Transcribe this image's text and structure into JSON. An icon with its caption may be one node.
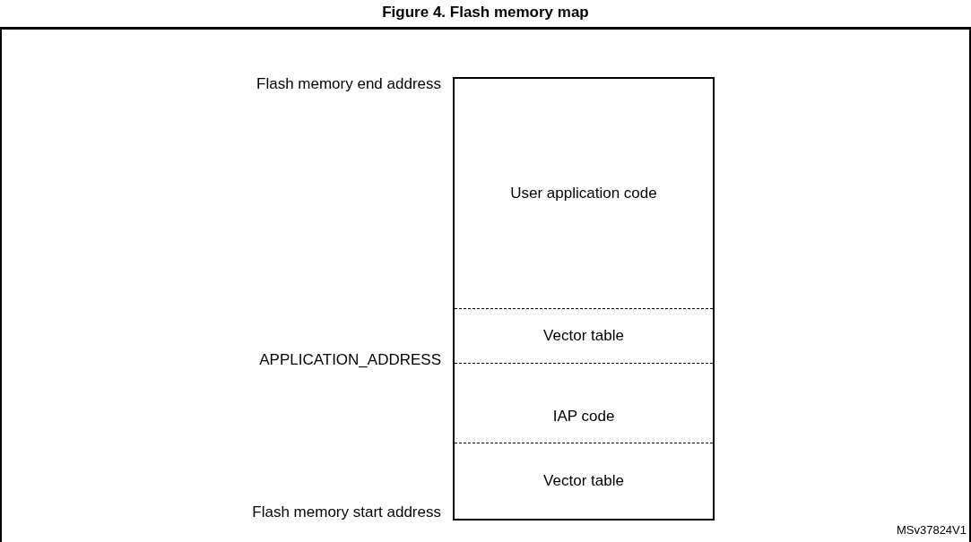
{
  "diagram": {
    "title": "Figure 4. Flash memory map",
    "nodes": [
      {
        "text": [],
        "shape": "box"
      },
      {
        "text": [
          "User application code"
        ],
        "in": 0
      },
      {
        "text": [
          "Vector table"
        ],
        "in": 0
      },
      {
        "text": [
          "IAP code"
        ],
        "in": 0
      },
      {
        "text": [
          "Vector table"
        ],
        "in": 0
      }
    ],
    "labels": [
      "Flash memory end address",
      "APPLICATION_ADDRESS",
      "Flash memory start address",
      "MSv37824V1"
    ]
  }
}
